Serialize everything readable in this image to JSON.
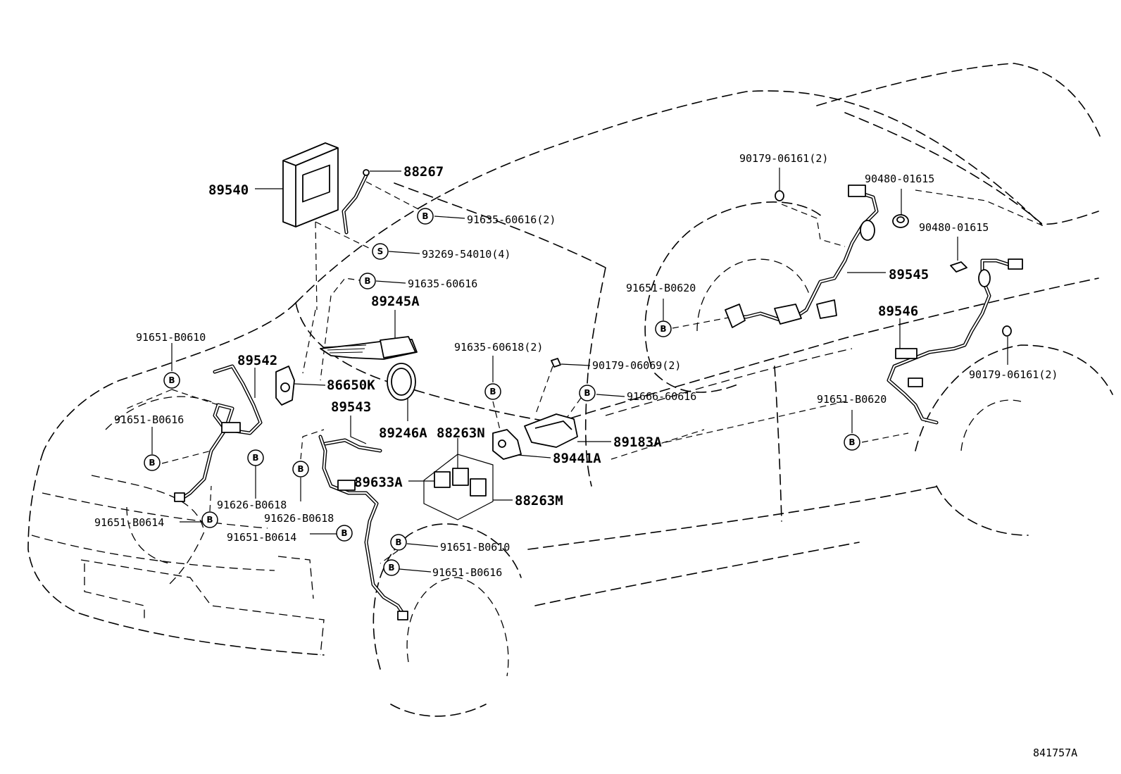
{
  "figure_code": "841757A",
  "symbols": {
    "bolt": "B",
    "screw": "S"
  },
  "parts": [
    {
      "id": "ecu",
      "label": "89540"
    },
    {
      "id": "bracket",
      "label": "88267"
    },
    {
      "id": "sensor_front_left",
      "label": "89542"
    },
    {
      "id": "horn",
      "label": "86650K"
    },
    {
      "id": "absorber",
      "label": "89245A"
    },
    {
      "id": "ring",
      "label": "89246A"
    },
    {
      "id": "sensor_front_right",
      "label": "89543"
    },
    {
      "id": "sensor_rear_left",
      "label": "89545"
    },
    {
      "id": "sensor_rear_right",
      "label": "89546"
    },
    {
      "id": "relay_n",
      "label": "88263N"
    },
    {
      "id": "relay_m",
      "label": "88263M"
    },
    {
      "id": "relay_633",
      "label": "89633A"
    },
    {
      "id": "yaw_sensor",
      "label": "89183A"
    },
    {
      "id": "decel_sensor",
      "label": "89441A"
    }
  ],
  "fasteners": [
    {
      "id": "f1",
      "label": "91635-60616(2)",
      "symbol": "B"
    },
    {
      "id": "f2",
      "label": "93269-54010(4)",
      "symbol": "S"
    },
    {
      "id": "f3",
      "label": "91635-60616",
      "symbol": "B"
    },
    {
      "id": "f4",
      "label": "91651-B0610",
      "symbol": "B"
    },
    {
      "id": "f5",
      "label": "91651-B0616",
      "symbol": "B"
    },
    {
      "id": "f6",
      "label": "91626-B0618",
      "symbol": "B"
    },
    {
      "id": "f7",
      "label": "91626-B0618",
      "symbol": "B"
    },
    {
      "id": "f8",
      "label": "91651-B0614",
      "symbol": "B"
    },
    {
      "id": "f9",
      "label": "91651-B0614",
      "symbol": "B"
    },
    {
      "id": "f10",
      "label": "91651-B0610",
      "symbol": "B"
    },
    {
      "id": "f11",
      "label": "91651-B0616",
      "symbol": "B"
    },
    {
      "id": "f12",
      "label": "91635-60618(2)",
      "symbol": "B"
    },
    {
      "id": "f13",
      "label": "90179-06069(2)",
      "symbol": ""
    },
    {
      "id": "f14",
      "label": "91666-60616",
      "symbol": "B"
    },
    {
      "id": "f15",
      "label": "90179-06161(2)",
      "symbol": ""
    },
    {
      "id": "f16",
      "label": "90480-01615",
      "symbol": ""
    },
    {
      "id": "f17",
      "label": "90480-01615",
      "symbol": ""
    },
    {
      "id": "f18",
      "label": "91651-B0620",
      "symbol": "B"
    },
    {
      "id": "f19",
      "label": "91651-B0620",
      "symbol": "B"
    },
    {
      "id": "f20",
      "label": "90179-06161(2)",
      "symbol": ""
    }
  ]
}
